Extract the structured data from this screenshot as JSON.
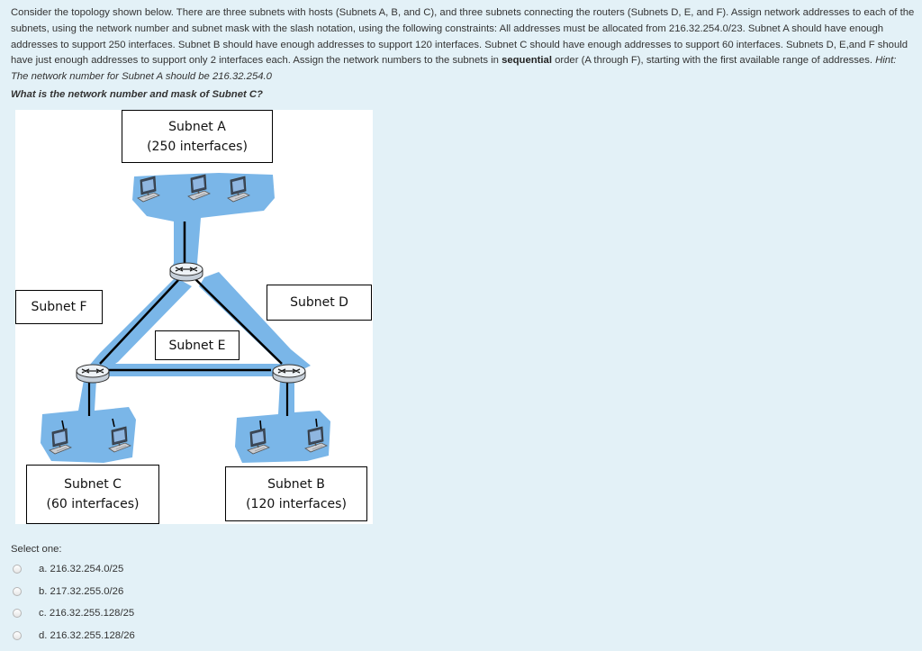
{
  "question": {
    "text_1": "Consider the topology shown below.  There are three subnets with hosts (Subnets A, B, and C), and three subnets connecting the routers (Subnets D, E, and F).  Assign network addresses to each of the subnets, using the network number and subnet mask with the slash notation, using the following constraints:  All addresses must be allocated from 216.32.254.0/23.  Subnet A should have enough addresses to support 250 interfaces.  Subnet B should have enough addresses to support 120 interfaces.  Subnet C should have enough addresses to support 60 interfaces.  Subnets D, E,and F should have just enough addresses to support only 2 interfaces each.  Assign the network numbers to the subnets in ",
    "emphasis": "sequential",
    "text_2": " order (A through F), starting with the first available range of addresses.  ",
    "hint": "Hint:  The network number for Subnet A should be 216.32.254.0",
    "prompt": "What is the network number and mask of Subnet C?"
  },
  "diagram": {
    "subnet_a": {
      "name": "Subnet A",
      "detail": "(250 interfaces)"
    },
    "subnet_b": {
      "name": "Subnet B",
      "detail": "(120 interfaces)"
    },
    "subnet_c": {
      "name": "Subnet C",
      "detail": "(60 interfaces)"
    },
    "subnet_d": {
      "name": "Subnet D"
    },
    "subnet_e": {
      "name": "Subnet E"
    },
    "subnet_f": {
      "name": "Subnet F"
    },
    "colors": {
      "subnet_fill": "#7ab6e8",
      "link": "#000000",
      "router": "#e8eef5"
    }
  },
  "answer": {
    "label": "Select one:",
    "options": [
      {
        "text": "a. 216.32.254.0/25"
      },
      {
        "text": "b. 217.32.255.0/26"
      },
      {
        "text": "c. 216.32.255.128/25"
      },
      {
        "text": "d. 216.32.255.128/26"
      }
    ]
  }
}
